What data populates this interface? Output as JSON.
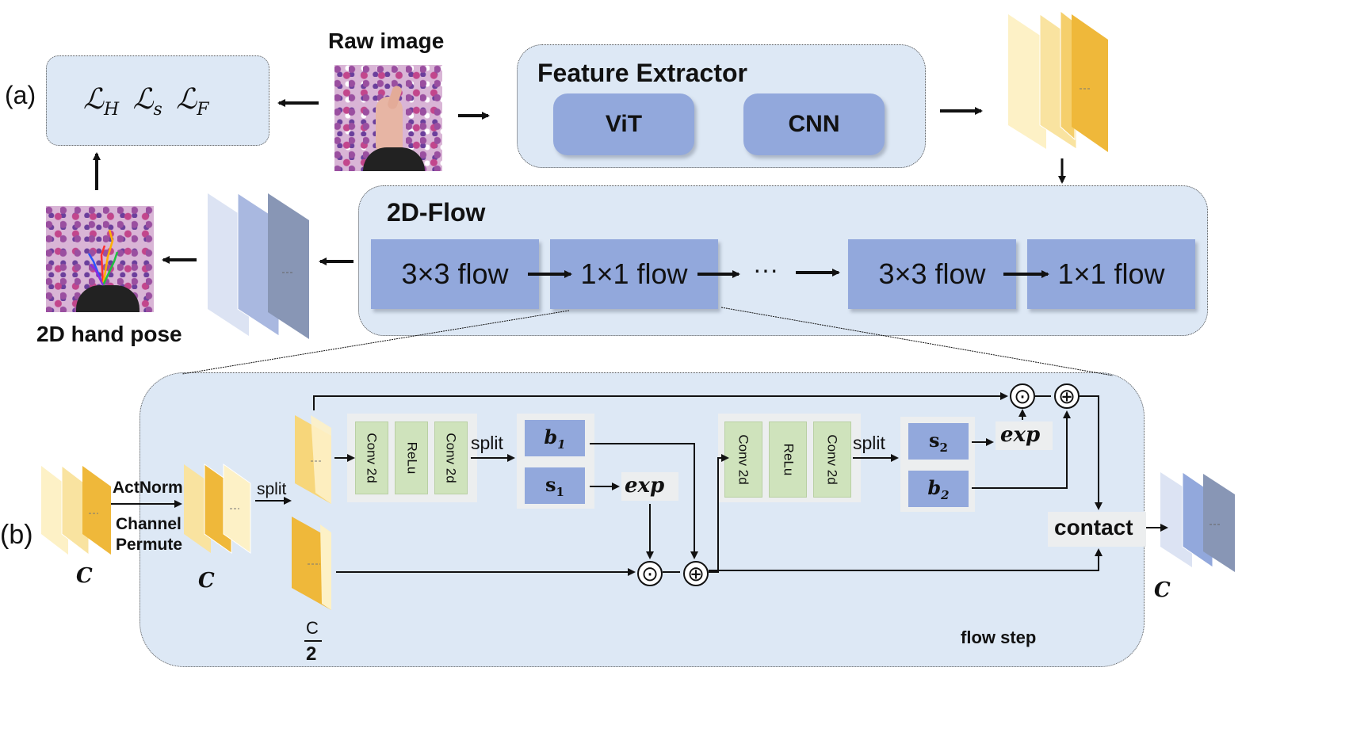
{
  "panel_a": {
    "label": "(a)",
    "raw_image_label": "Raw image",
    "loss": {
      "h": "ℒ",
      "h_sub": "H",
      "s": "ℒ",
      "s_sub": "s",
      "f": "ℒ",
      "f_sub": "F"
    },
    "feature_extractor": {
      "title": "Feature Extractor",
      "vit": "ViT",
      "cnn": "CNN"
    },
    "flow2d": {
      "title": "2D-Flow",
      "steps": [
        "3×3 flow",
        "1×1 flow",
        "3×3 flow",
        "1×1 flow"
      ],
      "ellipsis": "···"
    },
    "hand_pose_label": "2D hand pose"
  },
  "panel_b": {
    "label": "(b)",
    "input_c": "C",
    "actnorm": "ActNorm",
    "channel_permute": [
      "Channel",
      "Permute"
    ],
    "after_permute_c": "C",
    "split1": "split",
    "half_c_num": "C",
    "half_c_den": "2",
    "block1": [
      "Conv 2d",
      "ReLu",
      "Conv 2d"
    ],
    "split2": "split",
    "b1": "b",
    "b1_sub": "1",
    "s1": "s",
    "s1_sub": "1",
    "exp1": "exp",
    "block2": [
      "Conv 2d",
      "ReLu",
      "Conv 2d"
    ],
    "split3": "split",
    "s2": "s",
    "s2_sub": "2",
    "b2": "b",
    "b2_sub": "2",
    "exp2": "exp",
    "odot": "⊙",
    "oplus": "⊕",
    "contact": "contact",
    "output_c": "C",
    "flow_step": "flow step"
  },
  "colors": {
    "panel_bg": "#dde8f5",
    "flow_box": "#92a8dc",
    "conv_green": "#cfe3bc",
    "yellow_light": "#fdf1c6",
    "yellow_mid": "#f7d67a",
    "yellow_dark": "#efb83a",
    "blue_light": "#dce3f3",
    "blue_mid": "#92a8dc",
    "blue_dark": "#8896b5"
  }
}
